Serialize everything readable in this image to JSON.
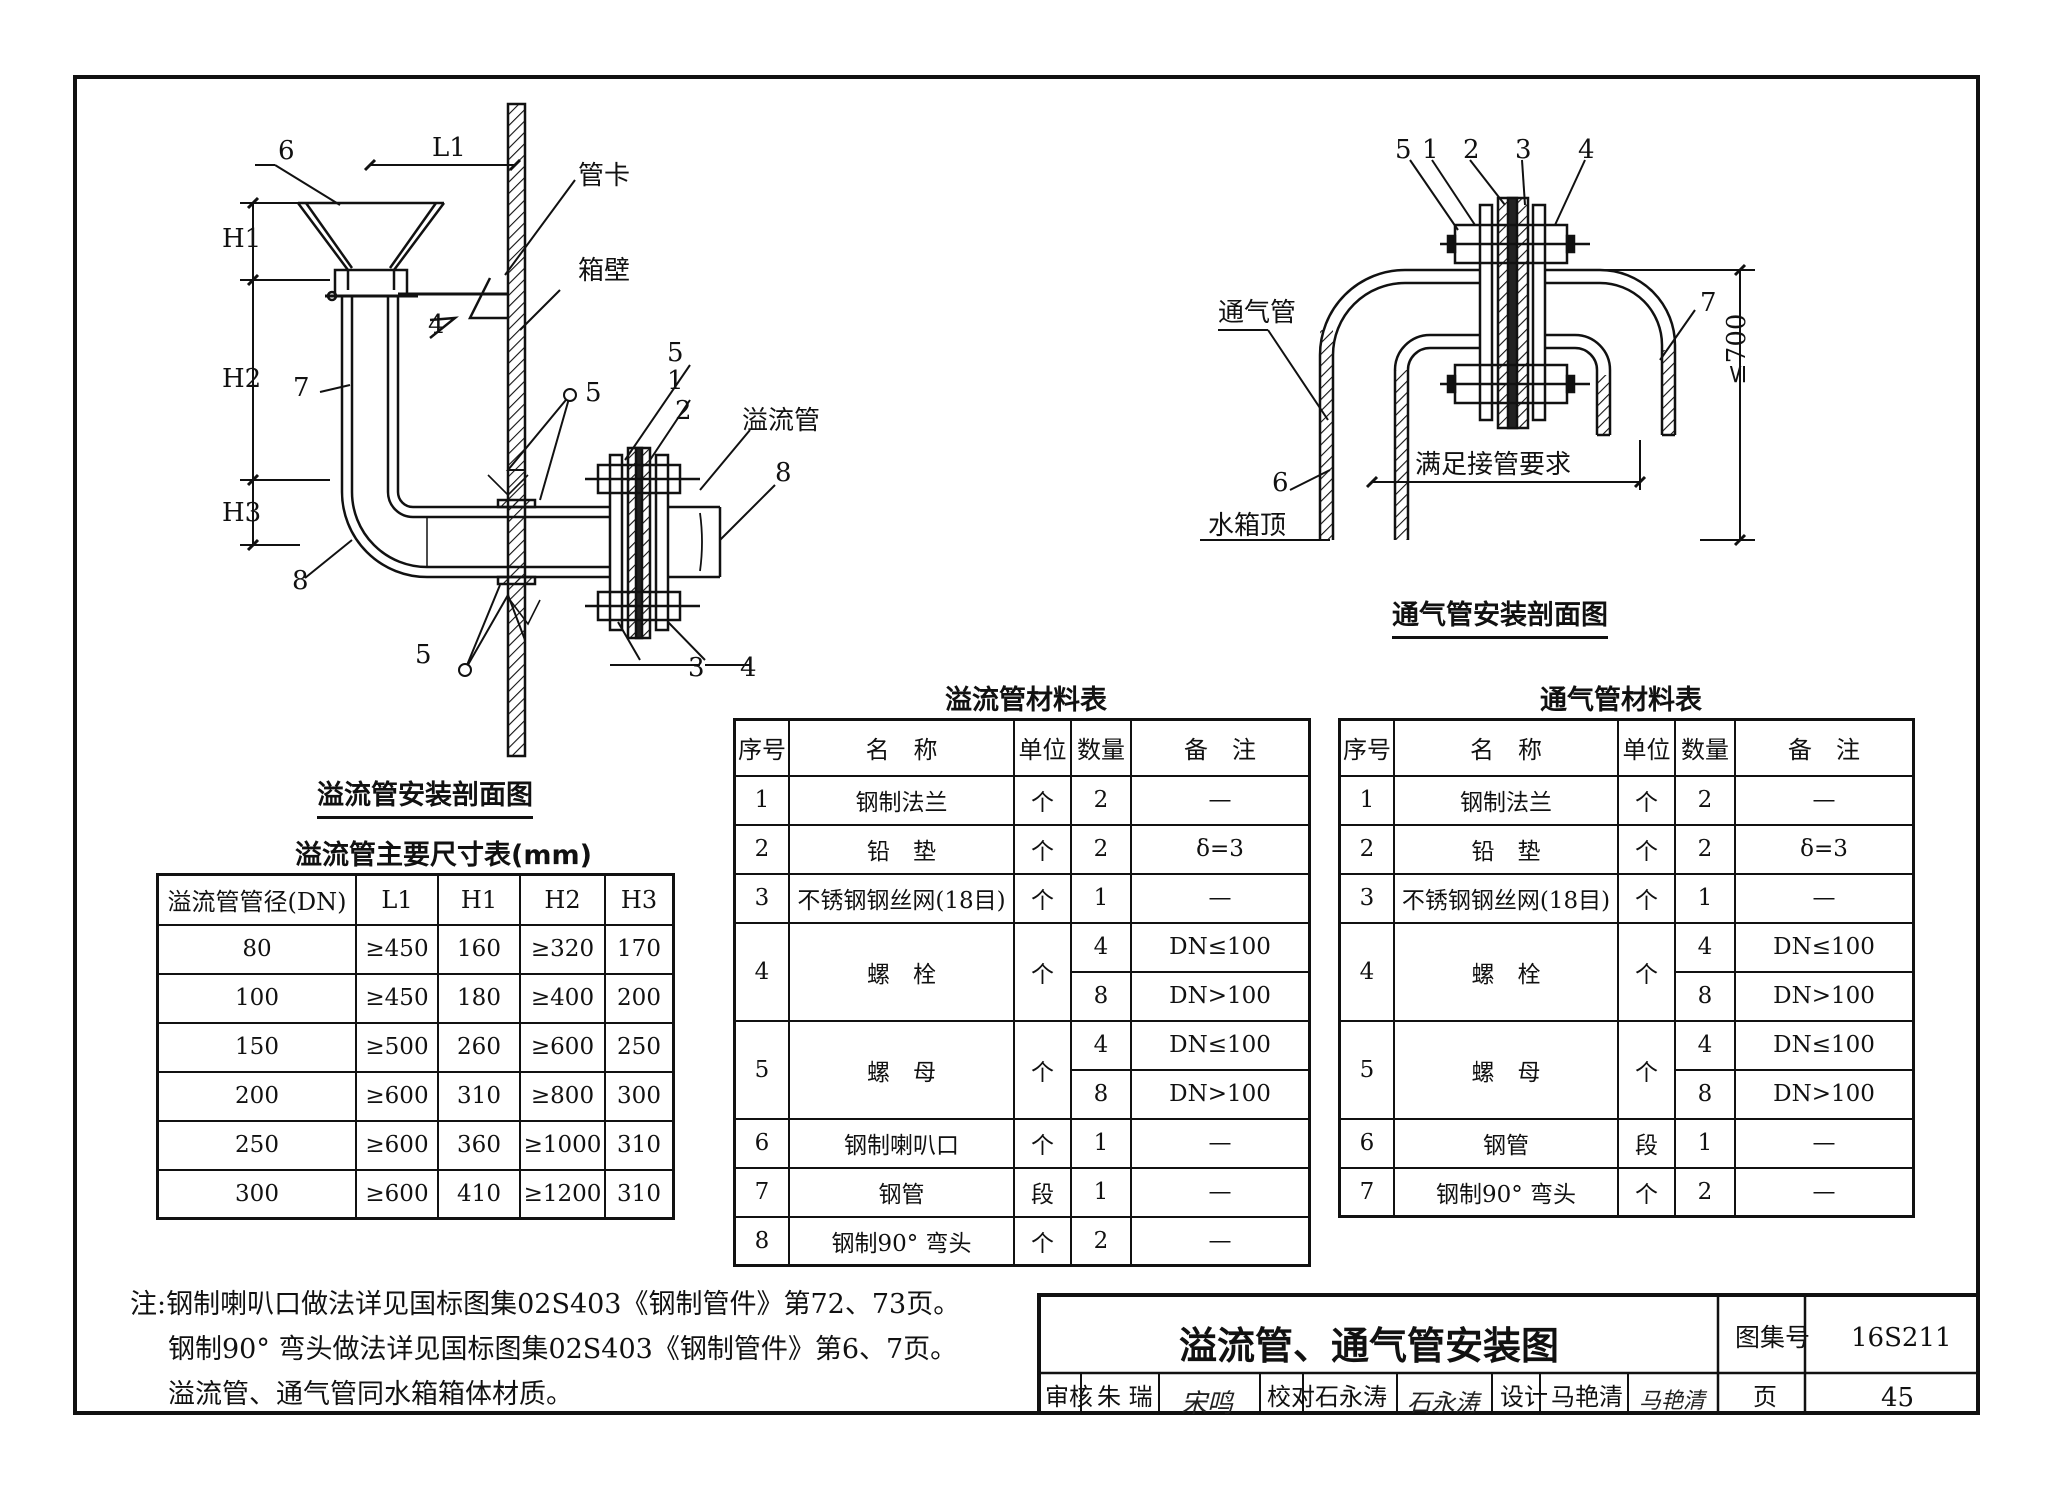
{
  "overflow_section": {
    "title": "溢流管安装剖面图",
    "labels": {
      "n6": "6",
      "L1": "L1",
      "guanka": "管卡",
      "xiangbi": "箱壁",
      "H1": "H1",
      "H2": "H2",
      "H3": "H3",
      "n4": "4",
      "n7": "7",
      "n8a": "8",
      "n5a": "5",
      "n5b": "5",
      "n1": "1",
      "n2": "2",
      "yiliuguan": "溢流管",
      "n8b": "8",
      "n5c": "5",
      "n3": "3",
      "n4b": "4"
    }
  },
  "vent_section": {
    "title": "通气管安装剖面图",
    "labels": {
      "n5": "5",
      "n1": "1",
      "n2": "2",
      "n3": "3",
      "n4": "4",
      "tongqiguan": "通气管",
      "n7": "7",
      "le700": "≤700",
      "n6": "6",
      "manzu": "满足接管要求",
      "shuixiangding": "水箱顶"
    }
  },
  "dim_table": {
    "title": "溢流管主要尺寸表(mm)",
    "headers": [
      "溢流管管径(DN)",
      "L1",
      "H1",
      "H2",
      "H3"
    ],
    "rows": [
      [
        "80",
        "≥450",
        "160",
        "≥320",
        "170"
      ],
      [
        "100",
        "≥450",
        "180",
        "≥400",
        "200"
      ],
      [
        "150",
        "≥500",
        "260",
        "≥600",
        "250"
      ],
      [
        "200",
        "≥600",
        "310",
        "≥800",
        "300"
      ],
      [
        "250",
        "≥600",
        "360",
        "≥1000",
        "310"
      ],
      [
        "300",
        "≥600",
        "410",
        "≥1200",
        "310"
      ]
    ]
  },
  "overflow_materials": {
    "title": "溢流管材料表",
    "headers": [
      "序号",
      "名　称",
      "单位",
      "数量",
      "备　注"
    ],
    "r1": [
      "1",
      "钢制法兰",
      "个",
      "2",
      "—"
    ],
    "r2": [
      "2",
      "铅　垫",
      "个",
      "2",
      "δ=3"
    ],
    "r3": [
      "3",
      "不锈钢钢丝网(18目)",
      "个",
      "1",
      "—"
    ],
    "r4": [
      "4",
      "螺　栓",
      "个",
      "4",
      "DN≤100",
      "8",
      "DN>100"
    ],
    "r5": [
      "5",
      "螺　母",
      "个",
      "4",
      "DN≤100",
      "8",
      "DN>100"
    ],
    "r6": [
      "6",
      "钢制喇叭口",
      "个",
      "1",
      "—"
    ],
    "r7": [
      "7",
      "钢管",
      "段",
      "1",
      "—"
    ],
    "r8": [
      "8",
      "钢制90° 弯头",
      "个",
      "2",
      "—"
    ]
  },
  "vent_materials": {
    "title": "通气管材料表",
    "headers": [
      "序号",
      "名　称",
      "单位",
      "数量",
      "备　注"
    ],
    "r1": [
      "1",
      "钢制法兰",
      "个",
      "2",
      "—"
    ],
    "r2": [
      "2",
      "铅　垫",
      "个",
      "2",
      "δ=3"
    ],
    "r3": [
      "3",
      "不锈钢钢丝网(18目)",
      "个",
      "1",
      "—"
    ],
    "r4": [
      "4",
      "螺　栓",
      "个",
      "4",
      "DN≤100",
      "8",
      "DN>100"
    ],
    "r5": [
      "5",
      "螺　母",
      "个",
      "4",
      "DN≤100",
      "8",
      "DN>100"
    ],
    "r6": [
      "6",
      "钢管",
      "段",
      "1",
      "—"
    ],
    "r7": [
      "7",
      "钢制90° 弯头",
      "个",
      "2",
      "—"
    ]
  },
  "notes": [
    "注:钢制喇叭口做法详见国标图集02S403《钢制管件》第72、73页。",
    "钢制90° 弯头做法详见国标图集02S403《钢制管件》第6、7页。",
    "溢流管、通气管同水箱箱体材质。"
  ],
  "title_block": {
    "drawing_title": "溢流管、通气管安装图",
    "atlas_label": "图集号",
    "atlas_no": "16S211",
    "reviewer_label": "审核",
    "reviewer": "朱 瑞",
    "reviewer_sig": "宋鸣",
    "checker_label": "校对",
    "checker": "石永涛",
    "checker_sig": "石永涛",
    "designer_label": "设计",
    "designer": "马艳清",
    "designer_sig": "马艳清",
    "page_label": "页",
    "page_no": "45"
  }
}
